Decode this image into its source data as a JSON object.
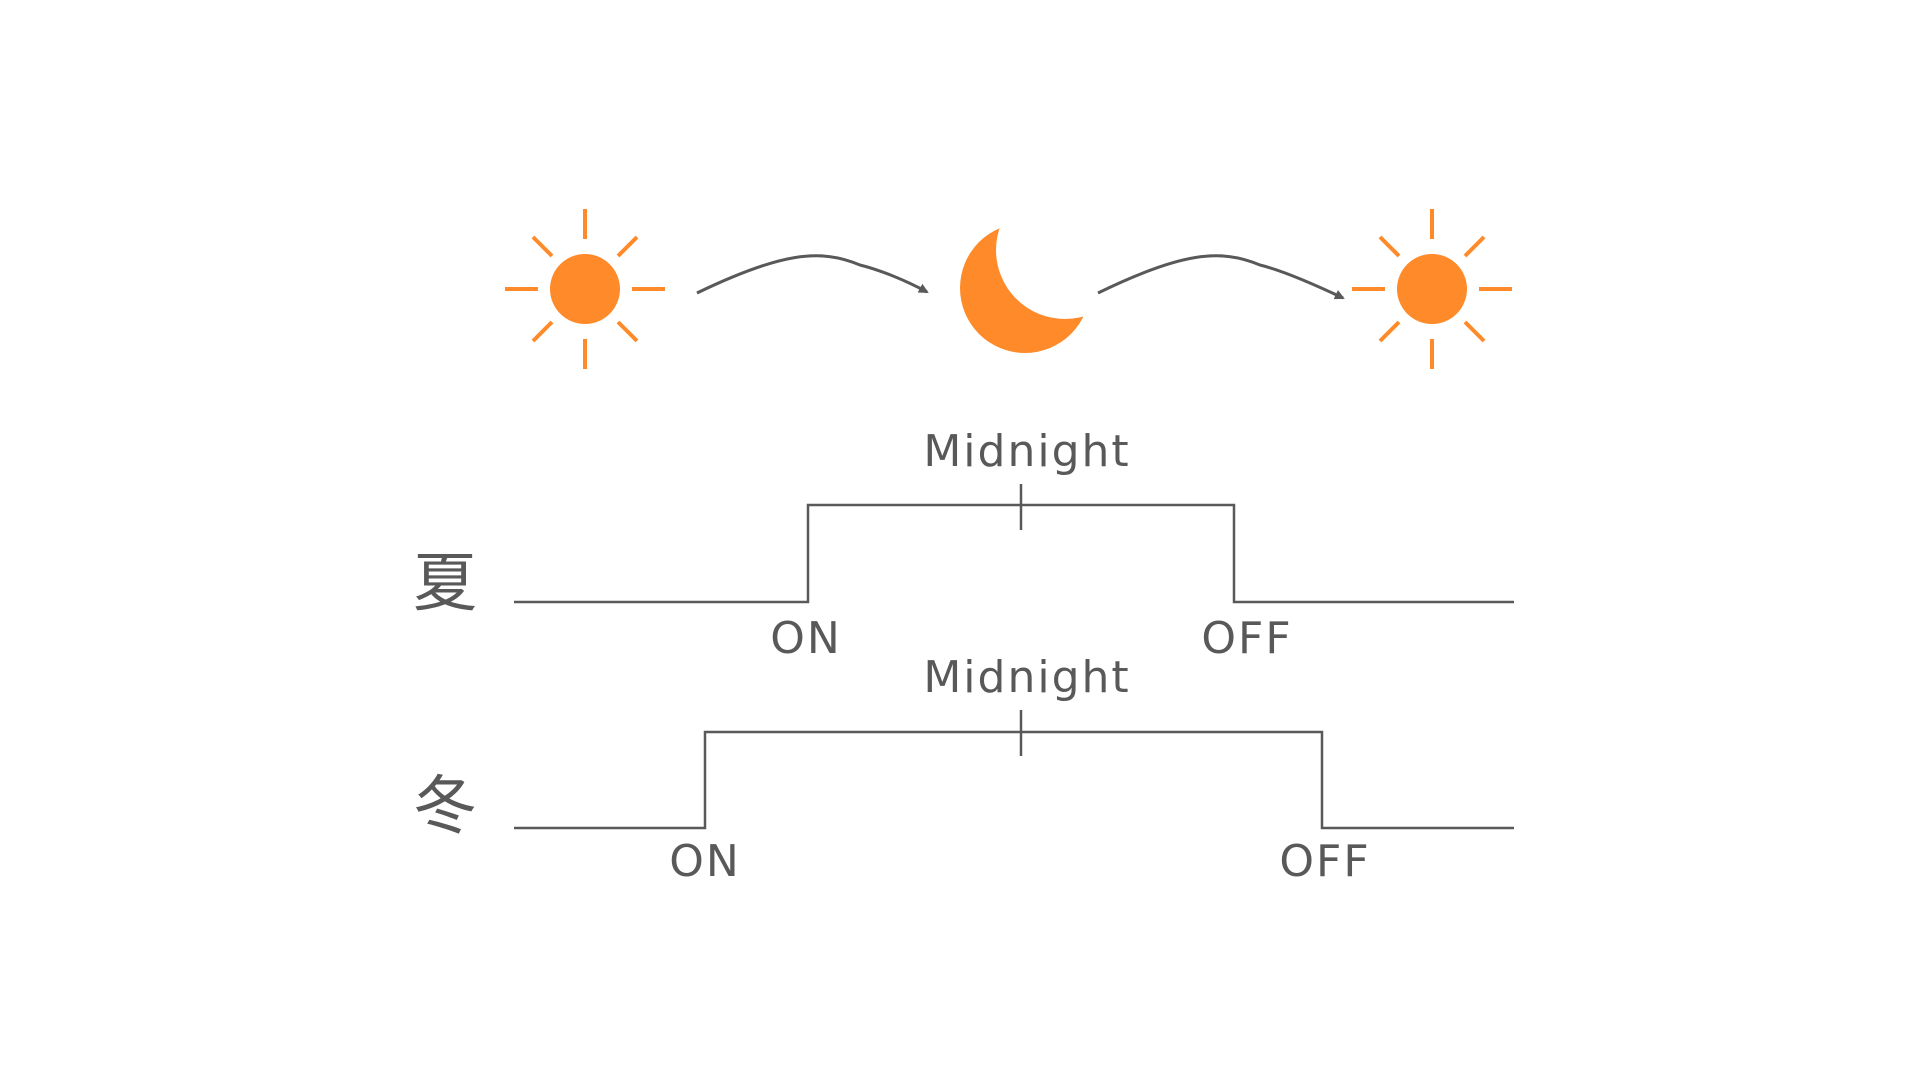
{
  "colors": {
    "accent": "#FF8A2A",
    "line": "#595959",
    "text": "#595959",
    "background": "#FFFFFF"
  },
  "icons": [
    "sun-icon",
    "arrow-right-icon",
    "crescent-moon-icon",
    "arrow-right-icon",
    "sun-icon"
  ],
  "timelines": {
    "summer": {
      "season_label": "夏",
      "midnight_label": "Midnight",
      "on_label": "ON",
      "off_label": "OFF"
    },
    "winter": {
      "season_label": "冬",
      "midnight_label": "Midnight",
      "on_label": "ON",
      "off_label": "OFF"
    }
  }
}
